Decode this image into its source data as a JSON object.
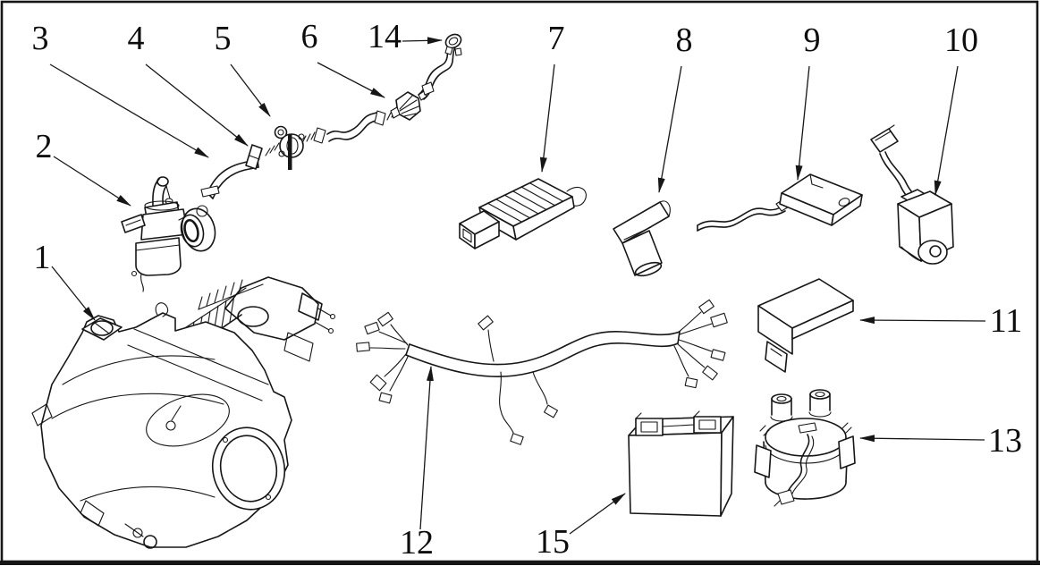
{
  "diagram": {
    "type": "exploded-parts-line-diagram",
    "background_color": "#ffffff",
    "ink_color": "#161616",
    "callouts": [
      {
        "number": "1",
        "part": "engine-assembly"
      },
      {
        "number": "2",
        "part": "carburetor"
      },
      {
        "number": "3",
        "part": "fuel-hose"
      },
      {
        "number": "4",
        "part": "hose-clip"
      },
      {
        "number": "5",
        "part": "fuel-valve-petcock"
      },
      {
        "number": "6",
        "part": "inline-fuel-filter"
      },
      {
        "number": "7",
        "part": "cdi-unit"
      },
      {
        "number": "8",
        "part": "rubber-elbow-boot"
      },
      {
        "number": "9",
        "part": "cable-with-bracket"
      },
      {
        "number": "10",
        "part": "ignition-coil"
      },
      {
        "number": "11",
        "part": "relay-box"
      },
      {
        "number": "12",
        "part": "wiring-harness"
      },
      {
        "number": "13",
        "part": "starter-solenoid"
      },
      {
        "number": "14",
        "part": "small-hose-clamp"
      },
      {
        "number": "15",
        "part": "battery"
      }
    ]
  }
}
